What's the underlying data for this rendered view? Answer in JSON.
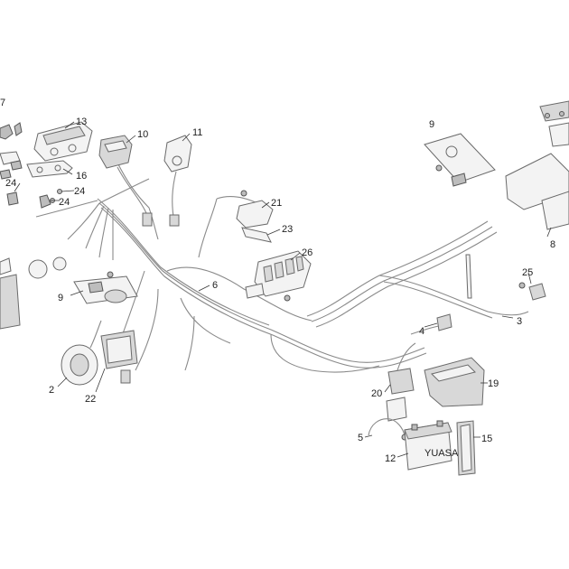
{
  "diagram": {
    "labels": {
      "l7": "7",
      "l13": "13",
      "l10": "10",
      "l11": "11",
      "l9a": "9",
      "l16": "16",
      "l24a": "24",
      "l24b": "24",
      "l24c": "24",
      "l21": "21",
      "l23": "23",
      "l26": "26",
      "l9b": "9",
      "l6": "6",
      "l25": "25",
      "l8": "8",
      "l3": "3",
      "l4": "4",
      "l2": "2",
      "l22": "22",
      "l20": "20",
      "l19": "19",
      "l5": "5",
      "l12": "12",
      "l15": "15"
    },
    "battery_brand": "YUASA",
    "line_color": "#6a6a6a",
    "fill_color": "#f3f3f3"
  }
}
